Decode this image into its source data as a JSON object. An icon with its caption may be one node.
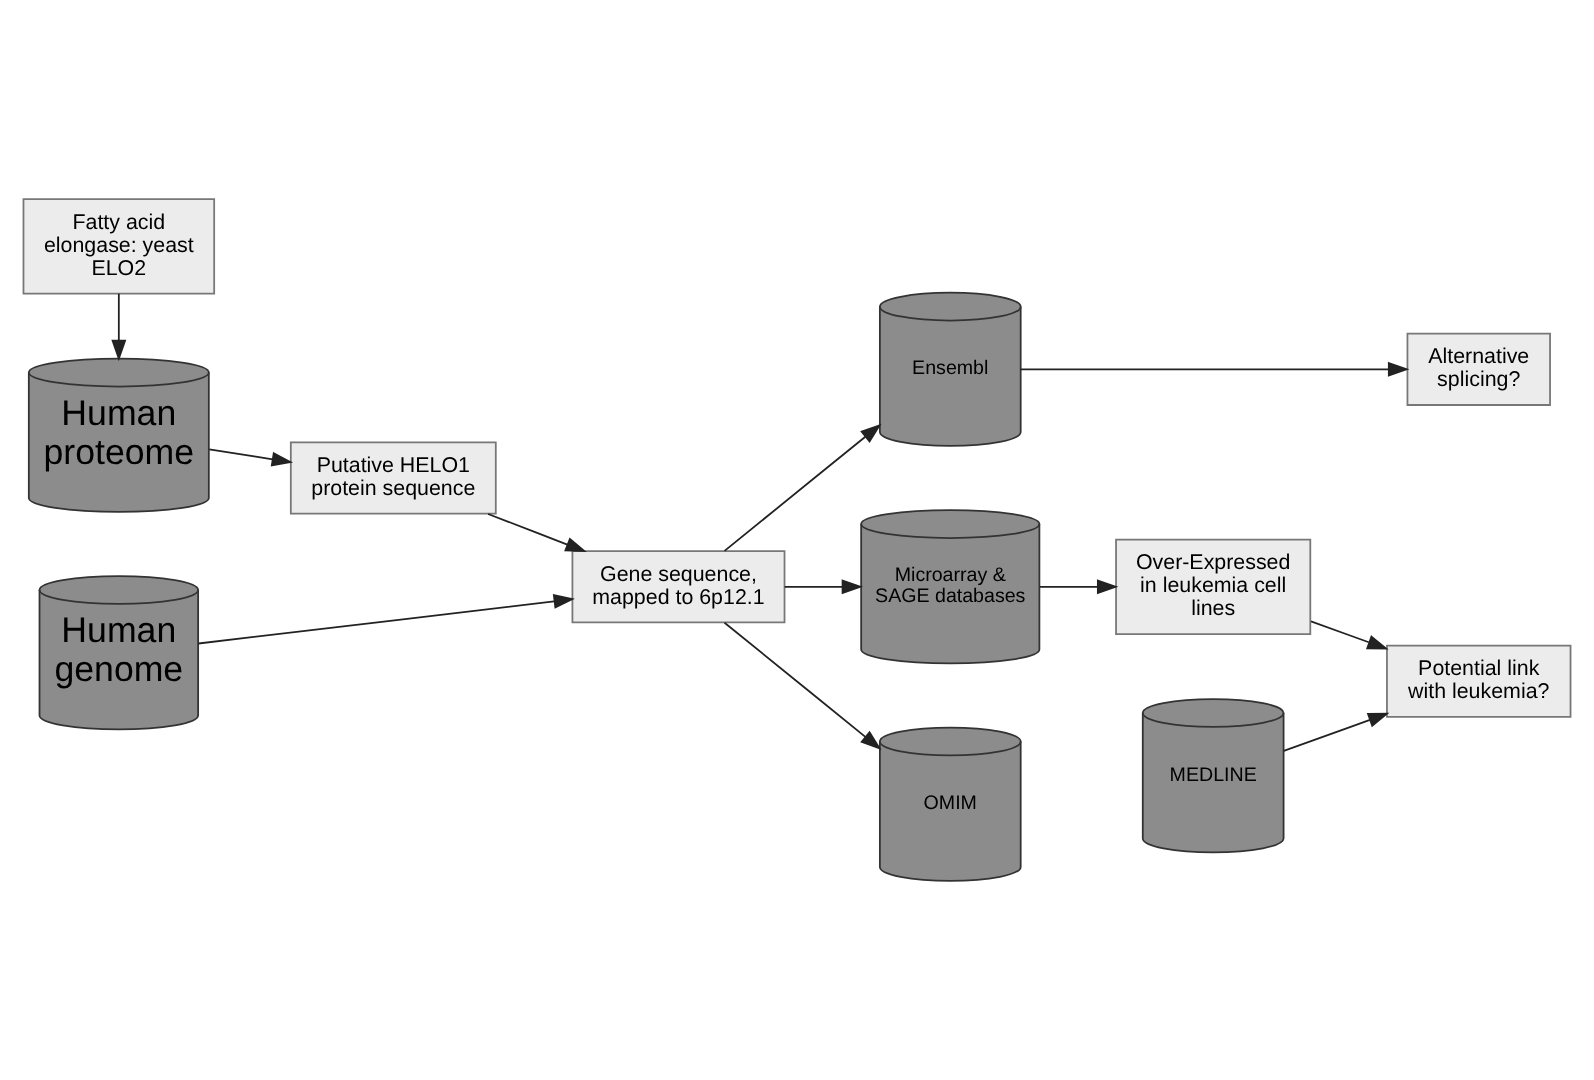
{
  "diagram": {
    "nodes": [
      {
        "text": [
          "Fatty acid elongase: yeast ELO2"
        ]
      },
      {
        "text": [
          "Ensembl"
        ]
      },
      {
        "text": [
          "Alternative splicing?"
        ]
      },
      {
        "text": [
          "Human proteome"
        ]
      },
      {
        "text": [
          "Putative HELO1 protein sequence"
        ]
      },
      {
        "text": [
          "Gene sequence, mapped to 6p12.1"
        ]
      },
      {
        "text": [
          "Microarray & SAGE databases"
        ]
      },
      {
        "text": [
          "Over-Expressed in leukemia cell lines"
        ]
      },
      {
        "text": [
          "Human genome"
        ]
      },
      {
        "text": [
          "Potential link with leukemia?"
        ]
      },
      {
        "text": [
          "OMIM"
        ]
      },
      {
        "text": [
          "MEDLINE"
        ]
      }
    ],
    "edges": [
      {
        "from": 0,
        "to": 3,
        "arrow": "to"
      },
      {
        "from": 3,
        "to": 4,
        "arrow": "to"
      },
      {
        "from": 4,
        "to": 5,
        "arrow": "to"
      },
      {
        "from": 8,
        "to": 5,
        "arrow": "to"
      },
      {
        "from": 5,
        "to": 1,
        "arrow": "to"
      },
      {
        "from": 1,
        "to": 2,
        "arrow": "to"
      },
      {
        "from": 5,
        "to": 6,
        "arrow": "to"
      },
      {
        "from": 6,
        "to": 7,
        "arrow": "to"
      },
      {
        "from": 5,
        "to": 10,
        "arrow": "to"
      },
      {
        "from": 7,
        "to": 9,
        "arrow": "to"
      },
      {
        "from": 11,
        "to": 9,
        "arrow": "to"
      }
    ]
  }
}
